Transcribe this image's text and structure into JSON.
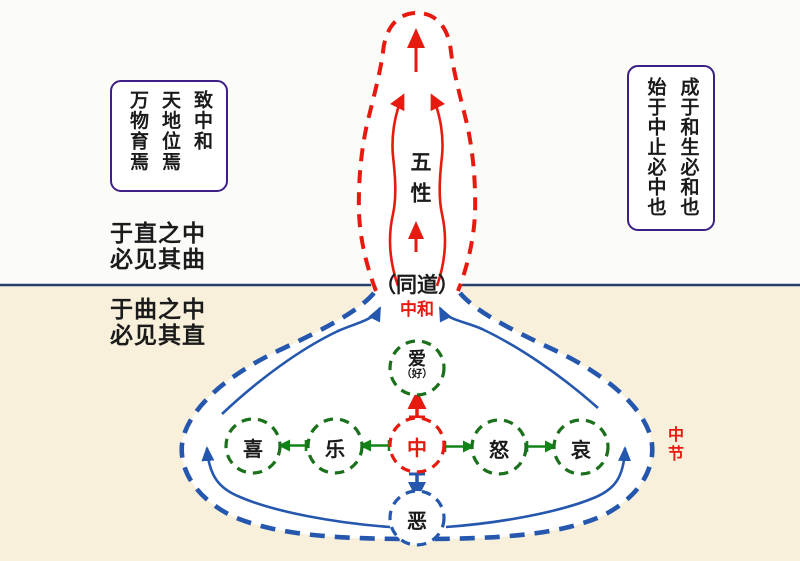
{
  "colors": {
    "red": "#e71a0f",
    "blue": "#2457ad",
    "divider_navy": "#25406f",
    "green_circle": "#1b701b",
    "green_arrow": "#118418",
    "purple_box_border": "#3d1f86",
    "background_top": "#fbfbf8",
    "background_bottom": "#f8f0da"
  },
  "quote_box_left": {
    "columns": [
      "致中和",
      "天地位焉",
      "万物育焉"
    ]
  },
  "quote_box_right": {
    "columns": [
      "成于和生必和也",
      "始于中止必中也"
    ]
  },
  "notes": {
    "upper_left": [
      "于直之中",
      "必见其曲"
    ],
    "lower_left": [
      "于曲之中",
      "必见其直"
    ]
  },
  "labels": {
    "tongdao": "（同道）",
    "zhonghe": "中和",
    "wuxing": "五性",
    "zhongjie": "中节"
  },
  "nodes": {
    "love": {
      "label": "爱",
      "sub": "（好）"
    },
    "joy": {
      "label": "喜"
    },
    "happiness": {
      "label": "乐"
    },
    "center": {
      "label": "中"
    },
    "anger": {
      "label": "怒"
    },
    "sorrow": {
      "label": "哀"
    },
    "hate": {
      "label": "恶"
    }
  }
}
